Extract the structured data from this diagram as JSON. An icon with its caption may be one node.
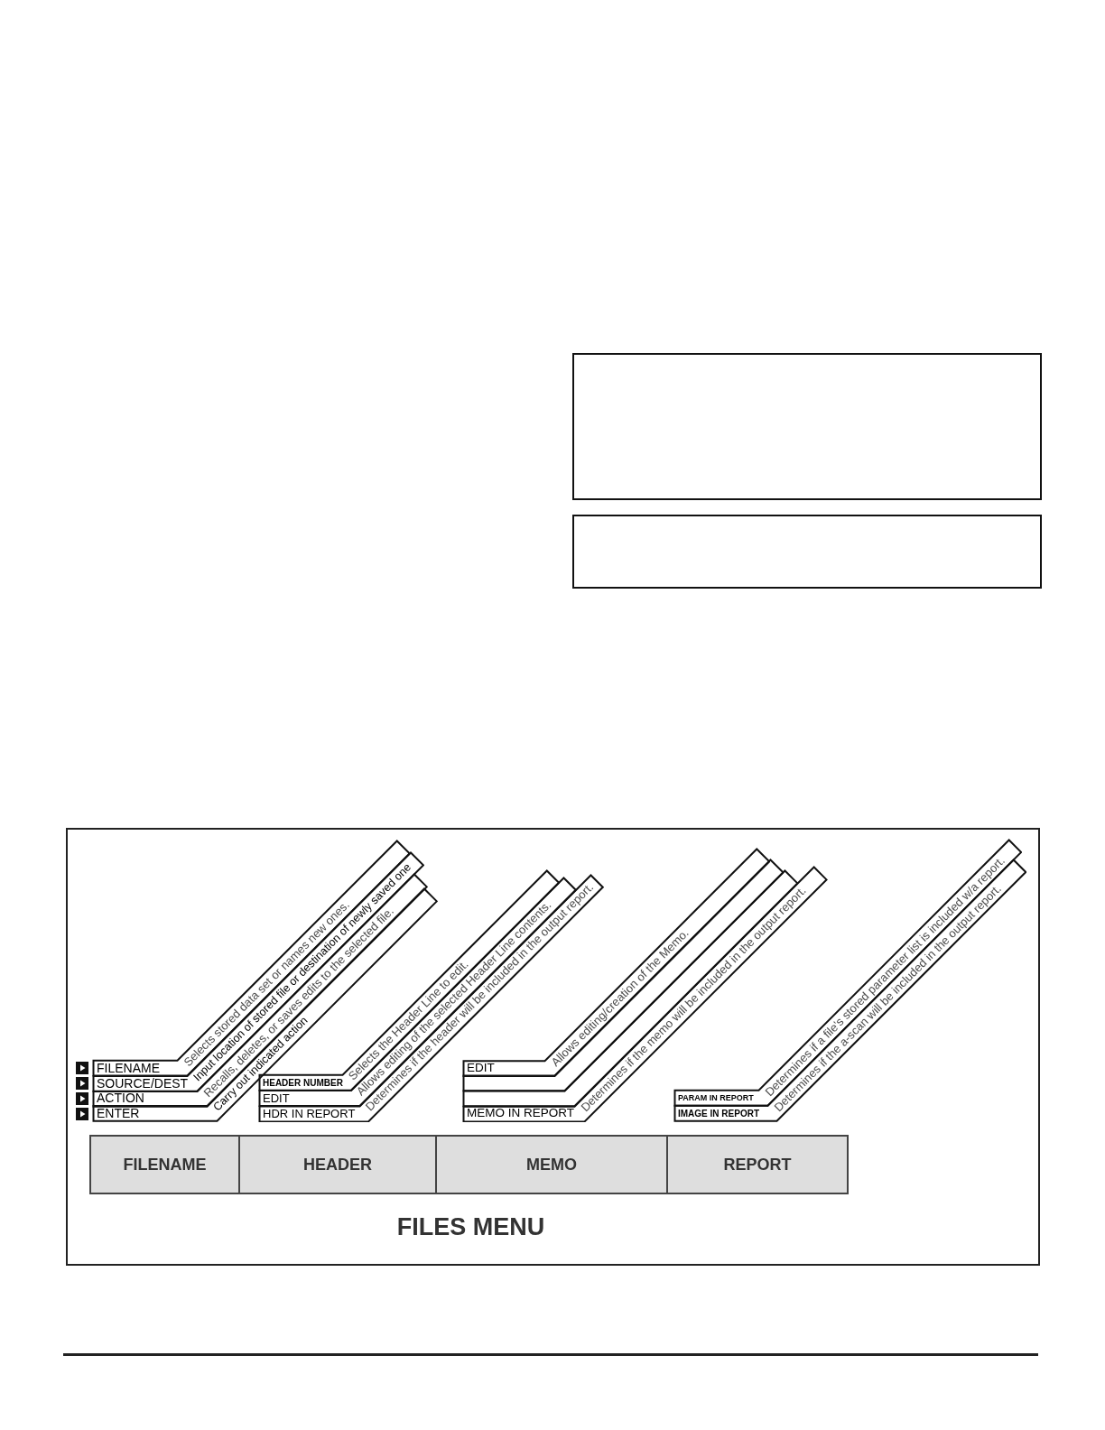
{
  "diagram": {
    "nodes": [
      {
        "text": [],
        "shape": "box"
      },
      {
        "text": [],
        "shape": "box"
      },
      {
        "text": [
          "FILES MENU"
        ]
      },
      {
        "text": [
          "FILENAME",
          "Selects stored data set or names new ones."
        ],
        "in": 2
      },
      {
        "text": [
          "SOURCE/DEST",
          "Input location of stored file or destination of newly saved one"
        ],
        "in": 2
      },
      {
        "text": [
          "ACTION",
          "Recalls, deletes, or saves edits to the selected file."
        ],
        "in": 2
      },
      {
        "text": [
          "ENTER",
          "Carry out indicated action"
        ],
        "in": 2
      },
      {
        "text": [
          "HEADER NUMBER",
          "Selects the Header Line to edit."
        ],
        "in": 2
      },
      {
        "text": [
          "EDIT",
          "Allows editing of the selected Header Line contents."
        ],
        "in": 2
      },
      {
        "text": [
          "HDR IN REPORT",
          "Determines if the header will be included in the output report."
        ],
        "in": 2
      },
      {
        "text": [
          "EDIT",
          "Allows editing/creation of the Memo."
        ],
        "in": 2
      },
      {
        "text": [],
        "shape": "band",
        "in": 2
      },
      {
        "text": [],
        "shape": "band",
        "in": 2
      },
      {
        "text": [
          "MEMO IN REPORT",
          "Determines if the memo will be included in the output report."
        ],
        "in": 2
      },
      {
        "text": [
          "PARAM IN REPORT",
          "Determines if a file's stored parameter list is included w/a report."
        ],
        "in": 2
      },
      {
        "text": [
          "IMAGE IN REPORT",
          "Determines if the a-scan will be included in the output report."
        ],
        "in": 2
      },
      {
        "text": [
          "FILENAME"
        ],
        "in": 2
      },
      {
        "text": [
          "HEADER"
        ],
        "in": 2
      },
      {
        "text": [
          "MEMO"
        ],
        "in": 2
      },
      {
        "text": [
          "REPORT"
        ],
        "in": 2
      }
    ]
  }
}
